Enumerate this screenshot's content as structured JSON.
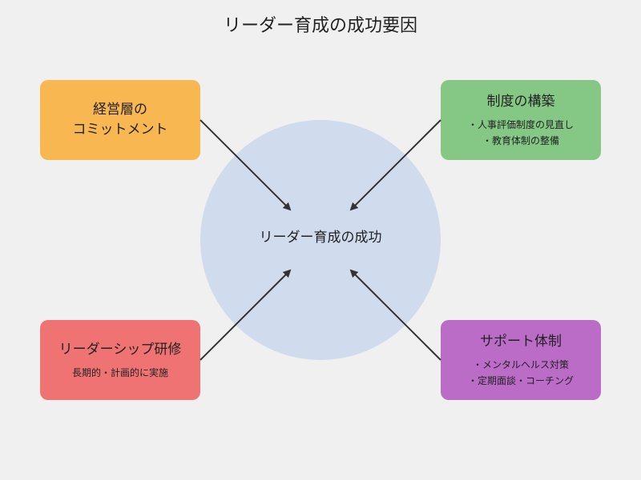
{
  "title": "リーダー育成の成功要因",
  "center": {
    "label": "リーダー育成の成功"
  },
  "factors": {
    "top_left": {
      "title_lines": [
        "経営層の",
        "コミットメント"
      ],
      "items": []
    },
    "top_right": {
      "title_lines": [
        "制度の構築"
      ],
      "items": [
        "・人事評価制度の見直し",
        "・教育体制の整備"
      ]
    },
    "bottom_left": {
      "title_lines": [
        "リーダーシップ研修"
      ],
      "items": [
        "長期的・計画的に実施"
      ]
    },
    "bottom_right": {
      "title_lines": [
        "サポート体制"
      ],
      "items": [
        "・メンタルヘルス対策",
        "・定期面談・コーチング"
      ]
    }
  },
  "colors": {
    "background": "#f0f0f0",
    "center_circle": "#d0dced",
    "top_left": "#f8b750",
    "top_right": "#85c886",
    "bottom_left": "#f07373",
    "bottom_right": "#ba6cc7",
    "arrow": "#333333"
  }
}
